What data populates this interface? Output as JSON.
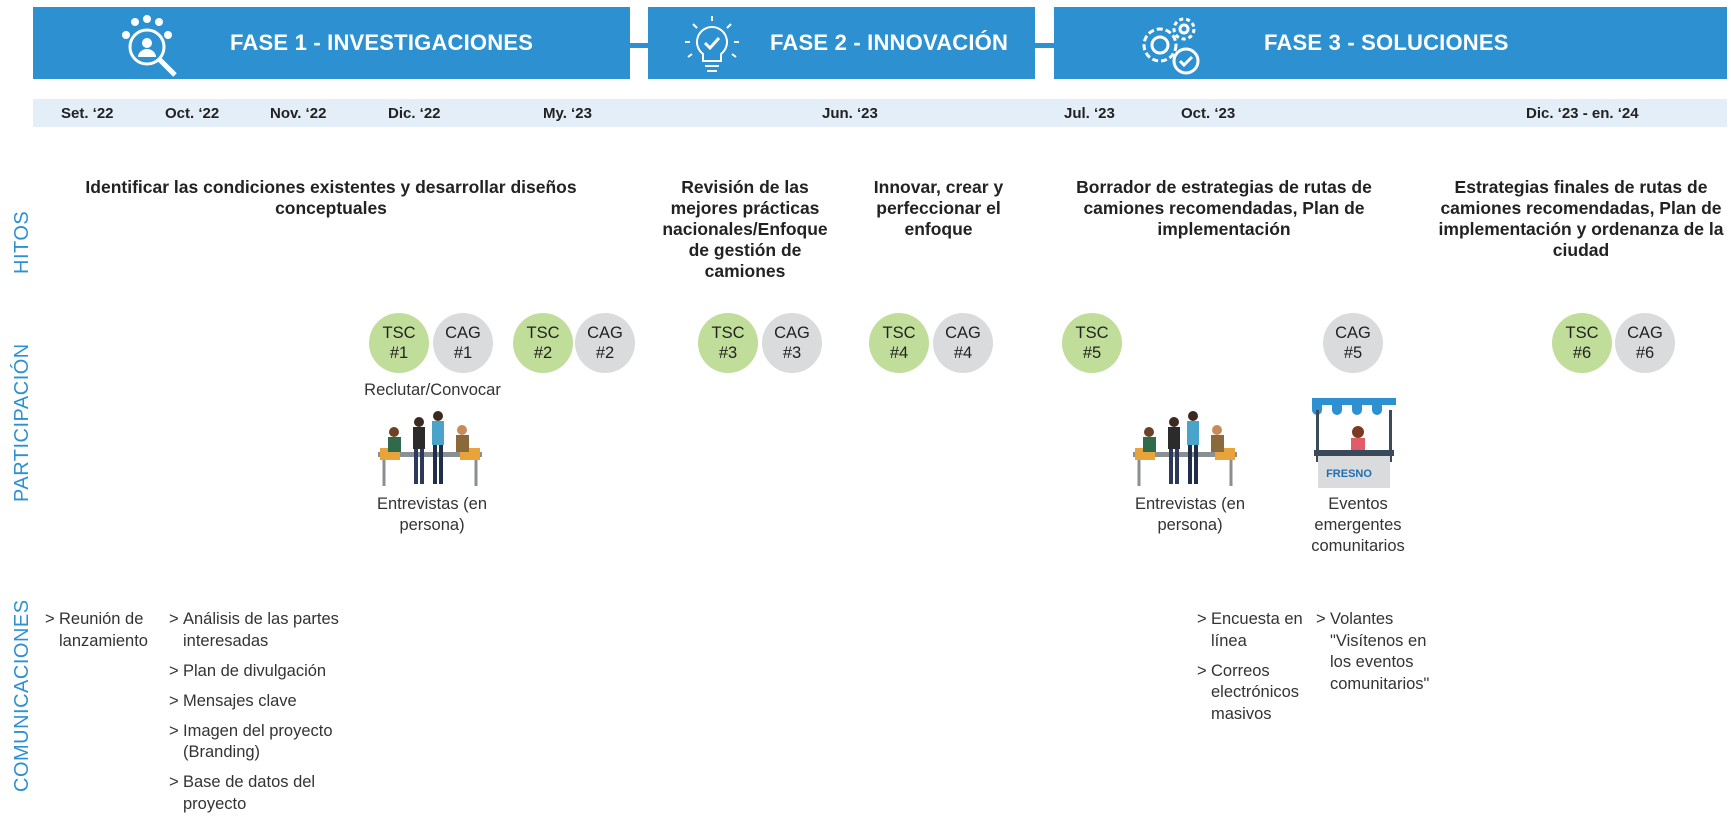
{
  "phases": [
    {
      "title": "FASE 1 - INVESTIGACIONES",
      "icon": "team-search-icon"
    },
    {
      "title": "FASE 2 - INNOVACIÓN",
      "icon": "lightbulb-check-icon"
    },
    {
      "title": "FASE 3 - SOLUCIONES",
      "icon": "gears-check-icon"
    }
  ],
  "dates": [
    "Set. ‘22",
    "Oct. ‘22",
    "Nov. ‘22",
    "Dic.  ‘22",
    "My.  ‘23",
    "Jun. ‘23",
    "Jul. ‘23",
    "Oct. ‘23",
    "Dic. ‘23 - en. ‘24"
  ],
  "rows": {
    "hitos": "HITOS",
    "participacion": "PARTICIPACIÓN",
    "comunicaciones": "COMUNICACIONES"
  },
  "hitos": [
    "Identificar las condiciones existentes y desarrollar diseños conceptuales",
    "Revisión de las mejores prácticas nacionales/Enfoque de gestión de camiones",
    "Innovar, crear y perfeccionar el enfoque",
    "Borrador de estrategias de rutas de camiones recomendadas, Plan de implementación",
    "Estrategias finales de rutas de camiones recomendadas, Plan de implementación y ordenanza de la ciudad"
  ],
  "meetings": [
    {
      "type": "TSC",
      "num": "#1"
    },
    {
      "type": "CAG",
      "num": "#1"
    },
    {
      "type": "TSC",
      "num": "#2"
    },
    {
      "type": "CAG",
      "num": "#2"
    },
    {
      "type": "TSC",
      "num": "#3"
    },
    {
      "type": "CAG",
      "num": "#3"
    },
    {
      "type": "TSC",
      "num": "#4"
    },
    {
      "type": "CAG",
      "num": "#4"
    },
    {
      "type": "TSC",
      "num": "#5"
    },
    {
      "type": "CAG",
      "num": "#5"
    },
    {
      "type": "TSC",
      "num": "#6"
    },
    {
      "type": "CAG",
      "num": "#6"
    }
  ],
  "participation": {
    "recruit": "Reclutar/Convocar",
    "interviews_1": "Entrevistas (en persona)",
    "interviews_2": "Entrevistas (en persona)",
    "popup_events": "Eventos emergentes comunitarios",
    "booth_sign": "FRESNO"
  },
  "communications": {
    "arrow": ">",
    "col1": [
      "Reunión de lanzamiento"
    ],
    "col2": [
      "Análisis de las partes interesadas",
      "Plan de divulgación",
      "Mensajes clave",
      "Imagen del proyecto (Branding)",
      "Base de datos del  proyecto"
    ],
    "col3": [
      "Encuesta en línea",
      "Correos electrónicos masivos"
    ],
    "col4": [
      "Volantes \"Visítenos en los eventos comunitarios\""
    ]
  },
  "colors": {
    "phase_blue": "#2d91d1",
    "date_bar": "#e3eef8",
    "tsc_green": "#c1dd9a",
    "cag_gray": "#dadbdd",
    "side_label": "#2d91d1"
  }
}
